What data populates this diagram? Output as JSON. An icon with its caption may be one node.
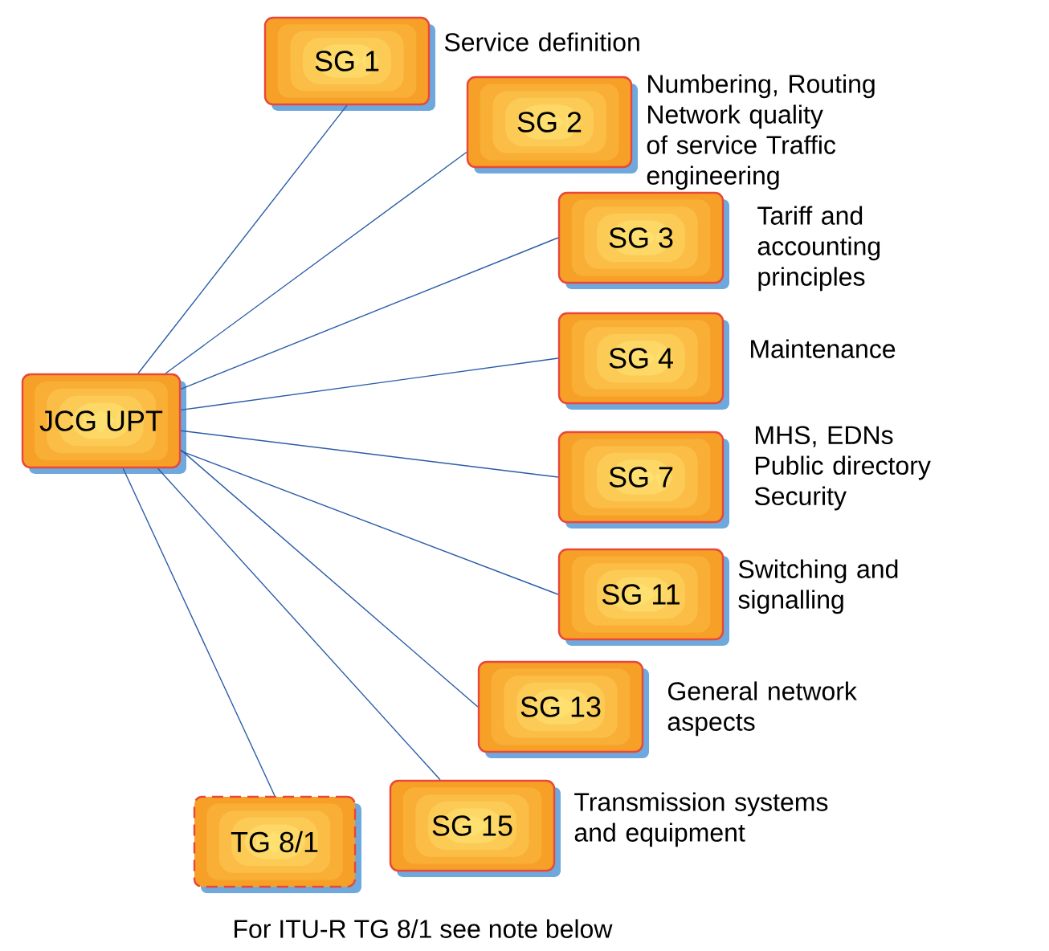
{
  "diagram": {
    "nodes": [
      {
        "text": [
          "JCG UPT"
        ]
      },
      {
        "text": [
          "SG 1"
        ],
        "beside": [
          "Service definition"
        ]
      },
      {
        "text": [
          "SG 2"
        ],
        "beside": [
          "Numbering, Routing Network quality of service Traffic engineering"
        ]
      },
      {
        "text": [
          "SG 3"
        ],
        "beside": [
          "Tariff and accounting principles"
        ]
      },
      {
        "text": [
          "SG 4"
        ],
        "beside": [
          "Maintenance"
        ]
      },
      {
        "text": [
          "SG 7"
        ],
        "beside": [
          "MHS, EDNs Public directory Security"
        ]
      },
      {
        "text": [
          "SG 11"
        ],
        "beside": [
          "Switching and signalling"
        ]
      },
      {
        "text": [
          "SG 13"
        ],
        "beside": [
          "General network aspects"
        ]
      },
      {
        "text": [
          "SG 15"
        ],
        "beside": [
          "Transmission systems and equipment"
        ]
      },
      {
        "text": [
          "TG 8/1"
        ]
      }
    ],
    "edges": [
      {
        "from": 0,
        "to": 1,
        "arrow": "none"
      },
      {
        "from": 0,
        "to": 2,
        "arrow": "none"
      },
      {
        "from": 0,
        "to": 3,
        "arrow": "none"
      },
      {
        "from": 0,
        "to": 4,
        "arrow": "none"
      },
      {
        "from": 0,
        "to": 5,
        "arrow": "none"
      },
      {
        "from": 0,
        "to": 6,
        "arrow": "none"
      },
      {
        "from": 0,
        "to": 7,
        "arrow": "none"
      },
      {
        "from": 0,
        "to": 8,
        "arrow": "none"
      },
      {
        "from": 0,
        "to": 9,
        "arrow": "none"
      }
    ],
    "labels": [
      "For ITU-R TG 8/1 see note below"
    ]
  }
}
